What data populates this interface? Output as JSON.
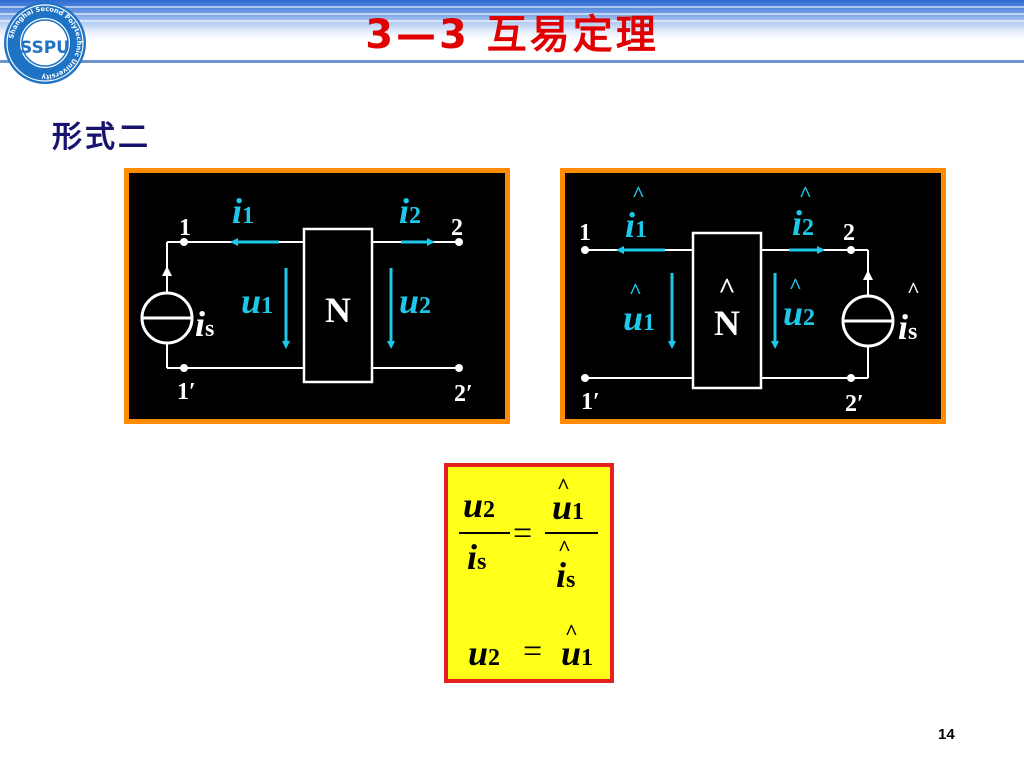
{
  "header": {
    "title": "3—3  互易定理",
    "logo_text": "Shanghai Second Polytechnic University",
    "logo_monogram": "SSPU"
  },
  "subtitle": "形式二",
  "circuit_left": {
    "node_1": "1",
    "node_1p": "1′",
    "node_2": "2",
    "node_2p": "2′",
    "current_1": {
      "sym": "i",
      "sub": "1"
    },
    "current_2": {
      "sym": "i",
      "sub": "2"
    },
    "voltage_1": {
      "sym": "u",
      "sub": "1"
    },
    "voltage_2": {
      "sym": "u",
      "sub": "2"
    },
    "network": "N",
    "source": {
      "sym": "i",
      "sub": "s"
    }
  },
  "circuit_right": {
    "node_1": "1",
    "node_1p": "1′",
    "node_2": "2",
    "node_2p": "2′",
    "current_1": {
      "sym": "i",
      "sub": "1",
      "hat": "^"
    },
    "current_2": {
      "sym": "i",
      "sub": "2",
      "hat": "^"
    },
    "voltage_1": {
      "sym": "u",
      "sub": "1",
      "hat": "^"
    },
    "voltage_2": {
      "sym": "u",
      "sub": "2",
      "hat": "^"
    },
    "network": "N",
    "network_hat": "^",
    "source": {
      "sym": "i",
      "sub": "s",
      "hat": "^"
    }
  },
  "formula": {
    "frac_left_num": {
      "sym": "u",
      "sub": "2"
    },
    "frac_left_den": {
      "sym": "i",
      "sub": "s"
    },
    "equals": "=",
    "frac_right_num": {
      "sym": "u",
      "sub": "1",
      "hat": "^"
    },
    "frac_right_den": {
      "sym": "i",
      "sub": "s",
      "hat": "^"
    },
    "line2_lhs": {
      "sym": "u",
      "sub": "2"
    },
    "line2_eq": "=",
    "line2_rhs": {
      "sym": "u",
      "sub": "1",
      "hat": "^"
    }
  },
  "page_number": "14",
  "colors": {
    "title_red": "#e00000",
    "subtitle_navy": "#16146e",
    "circuit_bg": "#000000",
    "circuit_border": "#ff8c00",
    "arrow_cyan": "#1ec8e8",
    "formula_bg": "#ffff1a",
    "formula_border": "#e52020"
  }
}
